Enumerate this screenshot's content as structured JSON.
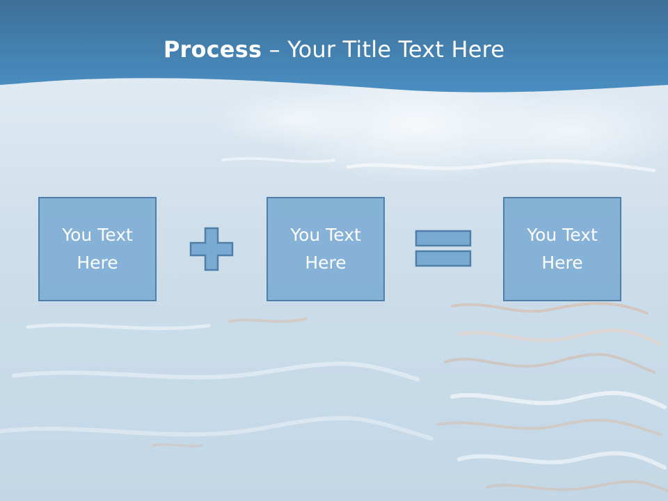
{
  "slide": {
    "title_bold": "Process",
    "title_rest": " – Your Title Text Here"
  },
  "boxes": [
    {
      "text": "You Text\nHere"
    },
    {
      "text": "You Text\nHere"
    },
    {
      "text": "You Text\nHere"
    }
  ],
  "operators": [
    "plus-icon",
    "equals-icon"
  ],
  "colors": {
    "header": "#3f7fae",
    "box_fill": "#78aad2",
    "box_border": "#4f7ea8",
    "text": "#ffffff"
  }
}
